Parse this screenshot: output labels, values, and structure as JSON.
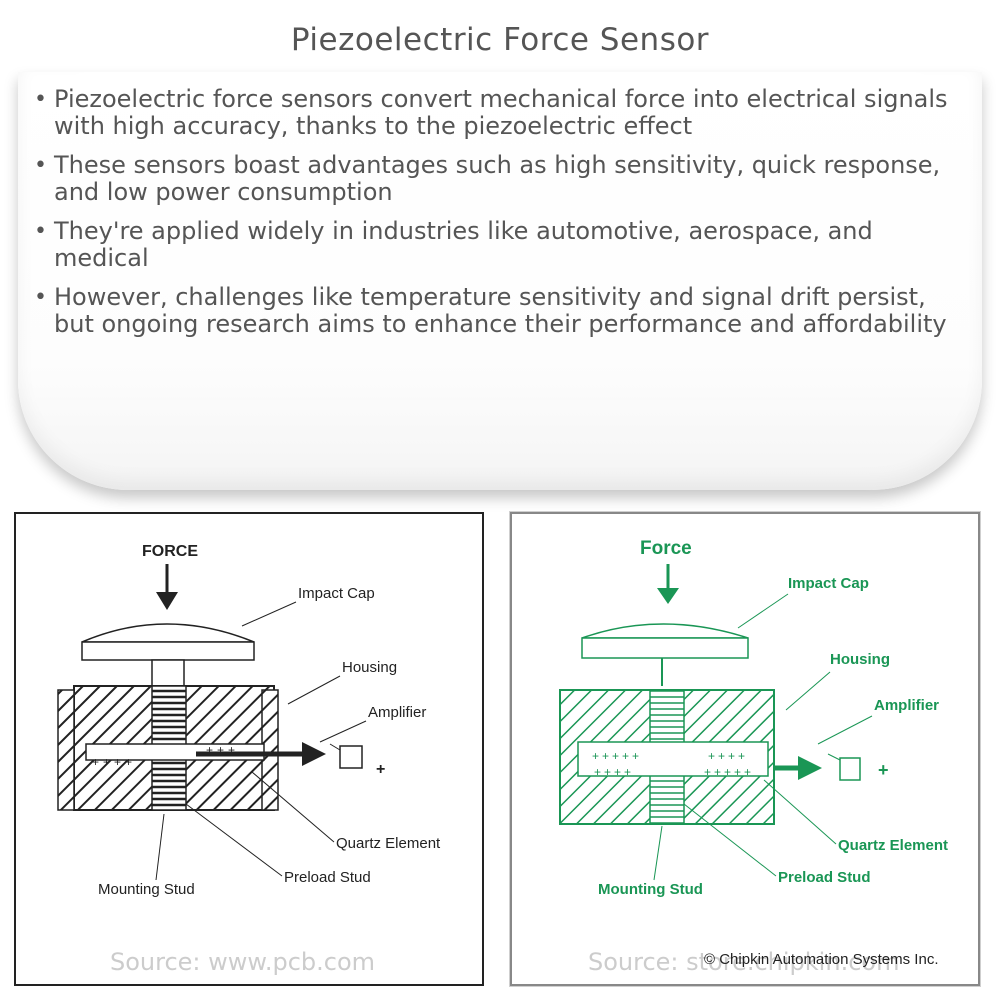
{
  "title": "Piezoelectric Force Sensor",
  "bullets": [
    "Piezoelectric force sensors convert mechanical force into electrical signals with high accuracy, thanks to the piezoelectric effect",
    "These sensors boast advantages such as high sensitivity, quick response, and low power consumption",
    "They're applied widely in industries like automotive, aerospace, and medical",
    "However, challenges like temperature sensitivity and signal drift persist, but ongoing research aims to enhance their performance and affordability"
  ],
  "diagram_left": {
    "force": "FORCE",
    "impact_cap": "Impact Cap",
    "housing": "Housing",
    "amplifier": "Amplifier",
    "quartz_element": "Quartz Element",
    "preload_stud": "Preload Stud",
    "mounting_stud": "Mounting Stud",
    "plus": "+",
    "color": "#222222"
  },
  "diagram_right": {
    "force": "Force",
    "impact_cap": "Impact Cap",
    "housing": "Housing",
    "amplifier": "Amplifier",
    "quartz_element": "Quartz Element",
    "preload_stud": "Preload Stud",
    "mounting_stud": "Mounting Stud",
    "plus": "+",
    "color": "#1a9655"
  },
  "sources": {
    "left": "Source: www.pcb.com",
    "right": "Source: store.chipkin.com",
    "copyright": "© Chipkin Automation Systems Inc."
  }
}
